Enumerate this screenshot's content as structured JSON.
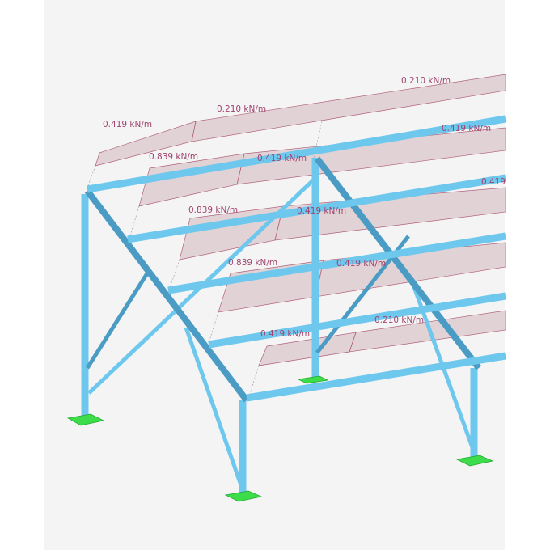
{
  "viewport": {
    "background": "#f4f4f4",
    "member_color": "#6ec8ee",
    "support_color": "#3ddc4a",
    "load_color": "#a0446e"
  },
  "loads": [
    {
      "label": "0.419 kN/m"
    },
    {
      "label": "0.210 kN/m"
    },
    {
      "label": "0.210 kN/m"
    },
    {
      "label": "0.839 kN/m"
    },
    {
      "label": "0.419 kN/m"
    },
    {
      "label": "0.419 kN/m"
    },
    {
      "label": "0.839 kN/m"
    },
    {
      "label": "0.419 kN/m"
    },
    {
      "label": "0.419"
    },
    {
      "label": "0.839 kN/m"
    },
    {
      "label": "0.419 kN/m"
    },
    {
      "label": "0.419 kN/m"
    },
    {
      "label": "0.210 kN/m"
    }
  ]
}
